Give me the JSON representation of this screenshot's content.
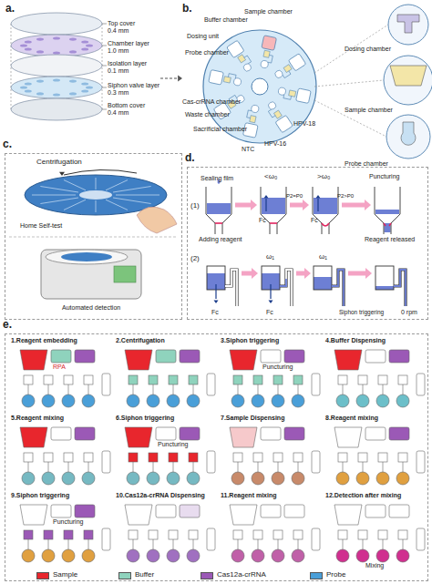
{
  "diagram": {
    "nodes": [
      {
        "text": [
          "c."
        ]
      },
      {
        "text": [
          "d."
        ]
      },
      {
        "text": [
          "e."
        ]
      }
    ],
    "labels": [
      "a.",
      "b.",
      "Top cover",
      "0.4 mm",
      "Chamber layer",
      "1.0 mm",
      "Isolation layer",
      "0.1 mm",
      "Siphon valve layer",
      "0.3 mm",
      "Bottom cover",
      "0.4 mm",
      "Buffer chamber",
      "Sample chamber",
      "Dosing unit",
      "Probe chamber",
      "Cas-crRNA chamber",
      "Waste chamber",
      "Sacrificial chamber",
      "NTC",
      "HPV-16",
      "HPV-18",
      "Dosing chamber",
      "Sample chamber",
      "Probe chamber",
      "Centrifugation",
      "Home Self-test",
      "Automated detection",
      "(1)",
      "Sealing film",
      "Adding reagent",
      "<ω₀",
      ">ω₀",
      "Puncturing",
      "P2=P0",
      "P2>P0",
      "Fc",
      "Fc",
      "Reagent released",
      "(2)",
      "ω₁",
      "ω₁",
      "Fc",
      "Fc",
      "Siphon triggering",
      "0 rpm",
      "1.Reagent embedding",
      "2.Centrifugation",
      "3.Siphon triggering",
      "4.Buffer Dispensing",
      "5.Reagent mixing",
      "6.Siphon triggering",
      "7.Sample Dispensing",
      "8.Reagent mixing",
      "9.Siphon triggering",
      "10.Cas12a-crRNA Dispensing",
      "11.Reagent mixing",
      "12.Detection after mixing",
      "RPA",
      "Puncturing",
      "Puncturing",
      "Puncturing",
      "Mixing"
    ],
    "legend": [
      {
        "text": "Sample",
        "color": "#e8262d"
      },
      {
        "text": "Buffer",
        "color": "#8fd3bd"
      },
      {
        "text": "Cas12a-crRNA",
        "color": "#9b59b6"
      },
      {
        "text": "Probe",
        "color": "#4a9fd8"
      }
    ]
  }
}
